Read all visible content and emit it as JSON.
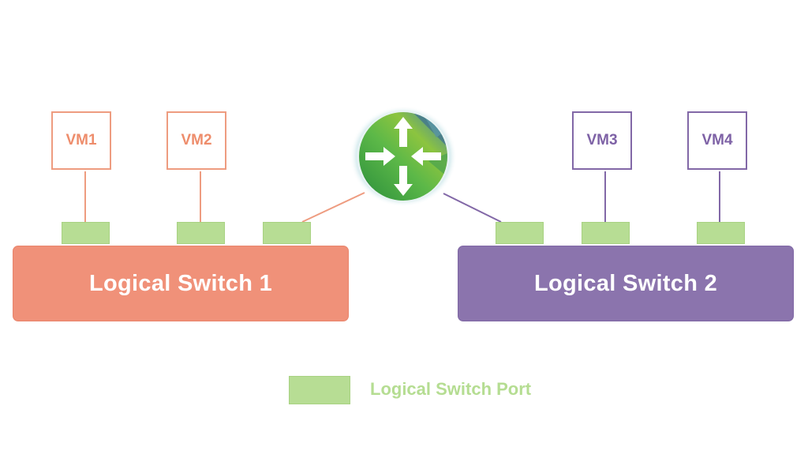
{
  "switches": [
    {
      "label": "Logical Switch 1",
      "color": "#f09179"
    },
    {
      "label": "Logical Switch 2",
      "color": "#8b74ad"
    }
  ],
  "vms": [
    {
      "label": "VM1",
      "switch": "Logical Switch 1"
    },
    {
      "label": "VM2",
      "switch": "Logical Switch 1"
    },
    {
      "label": "VM3",
      "switch": "Logical Switch 2"
    },
    {
      "label": "VM4",
      "switch": "Logical Switch 2"
    }
  ],
  "router": {
    "icon": "router-icon"
  },
  "legend": {
    "port_label": "Logical Switch Port",
    "port_color": "#b7dd94"
  },
  "colors": {
    "orange_line": "#ee9c80",
    "purple_line": "#8268a7",
    "port_green": "#b7dd94"
  }
}
